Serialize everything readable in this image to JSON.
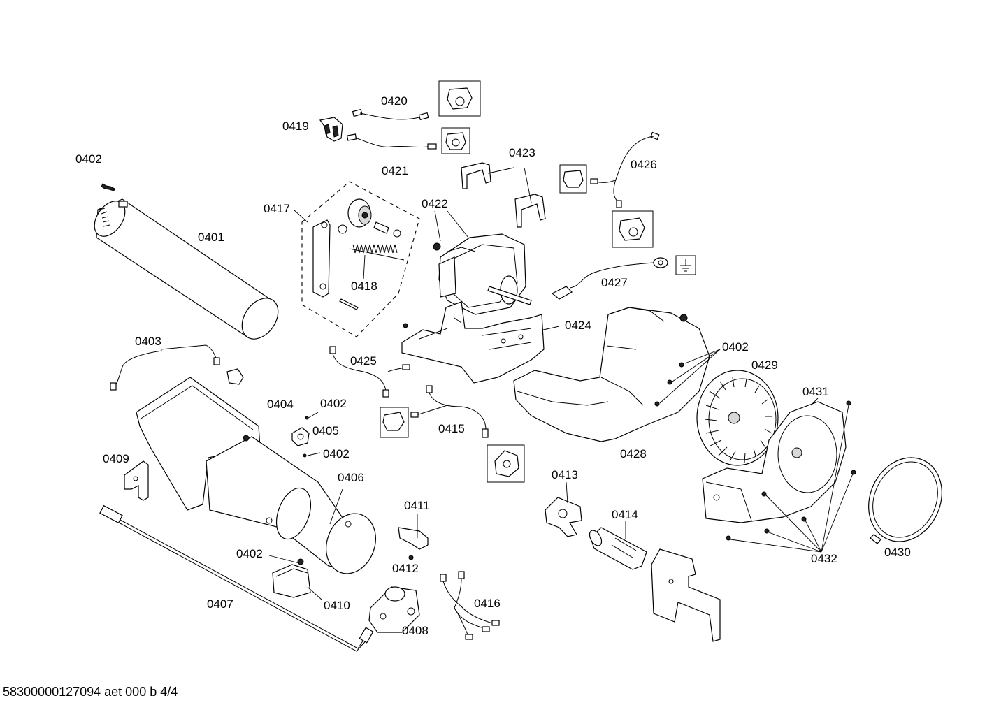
{
  "labels": {
    "p0401": "0401",
    "p0402_a": "0402",
    "p0402_b": "0402",
    "p0402_c": "0402",
    "p0402_d": "0402",
    "p0402_e": "0402",
    "p0403": "0403",
    "p0404": "0404",
    "p0405": "0405",
    "p0406": "0406",
    "p0407": "0407",
    "p0408": "0408",
    "p0409": "0409",
    "p0410": "0410",
    "p0411": "0411",
    "p0412": "0412",
    "p0413": "0413",
    "p0414": "0414",
    "p0415": "0415",
    "p0416": "0416",
    "p0417": "0417",
    "p0418": "0418",
    "p0419": "0419",
    "p0420": "0420",
    "p0421": "0421",
    "p0422": "0422",
    "p0423": "0423",
    "p0424": "0424",
    "p0425": "0425",
    "p0426": "0426",
    "p0427": "0427",
    "p0428": "0428",
    "p0429": "0429",
    "p0430": "0430",
    "p0431": "0431",
    "p0432": "0432"
  },
  "footer": "58300000127094 aet 000 b 4/4"
}
